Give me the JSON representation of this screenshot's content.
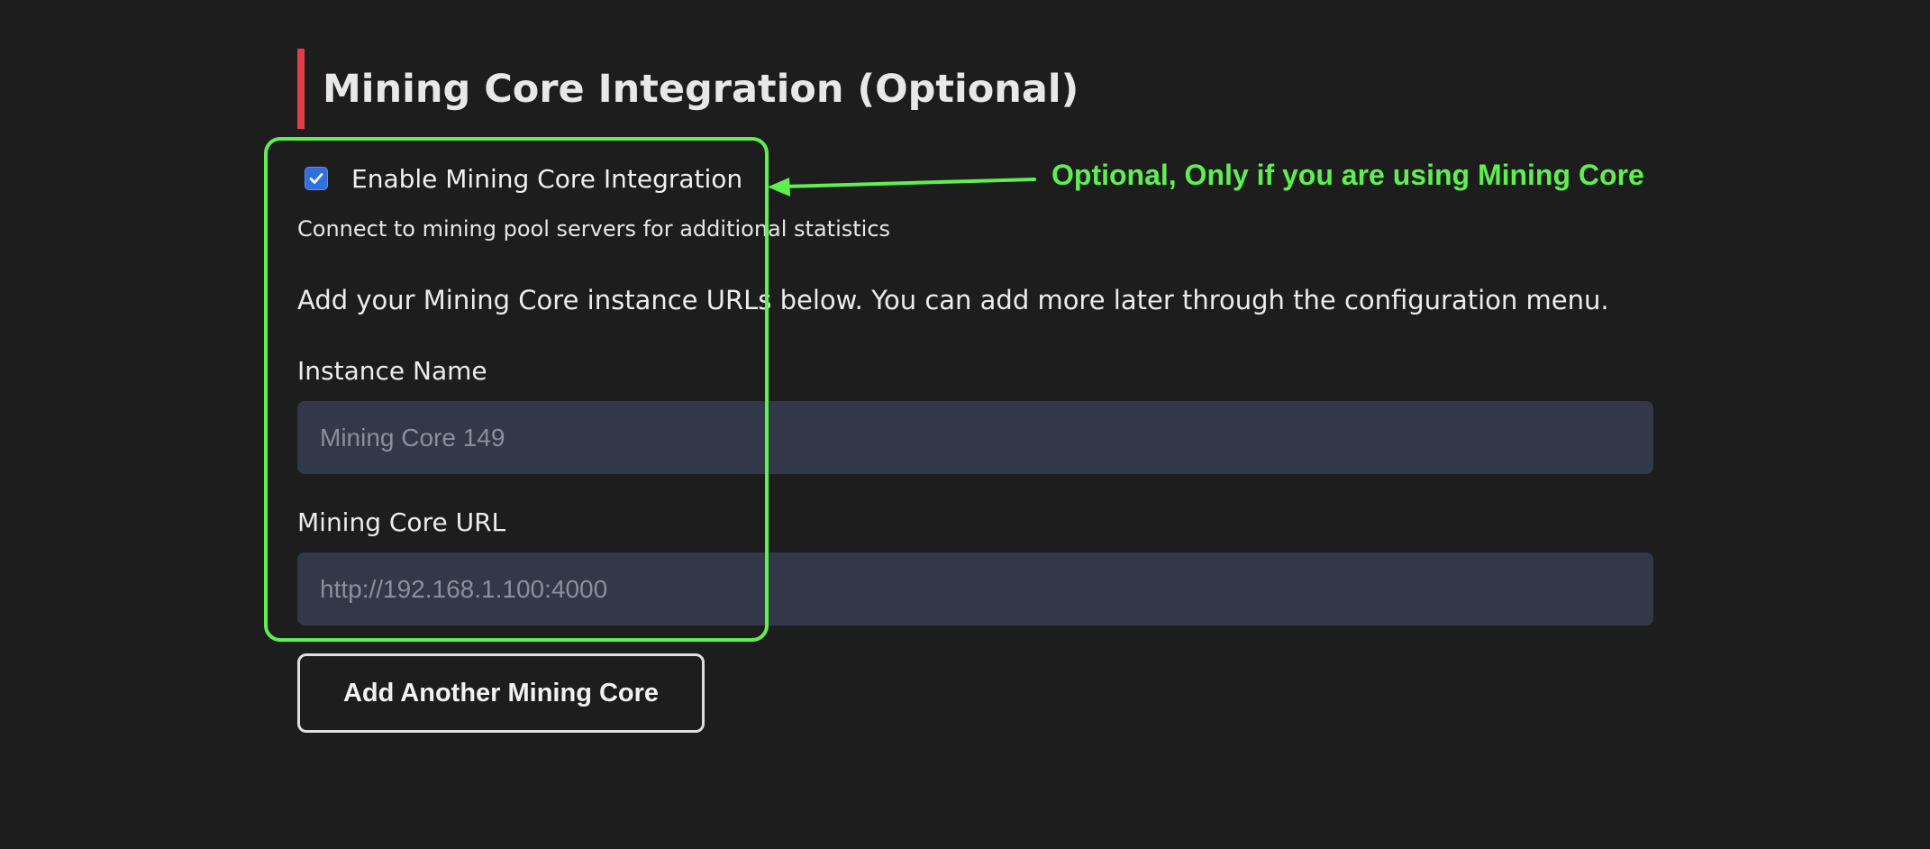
{
  "section": {
    "title": "Mining Core Integration (Optional)"
  },
  "integration": {
    "enable_label": "Enable Mining Core Integration",
    "enabled": true,
    "description": "Connect to mining pool servers for additional statistics",
    "instructions": "Add your Mining Core instance URLs below. You can add more later through the configuration menu."
  },
  "fields": {
    "instance_name": {
      "label": "Instance Name",
      "value": "",
      "placeholder": "Mining Core 149"
    },
    "url": {
      "label": "Mining Core URL",
      "value": "",
      "placeholder": "http://192.168.1.100:4000"
    }
  },
  "actions": {
    "add_label": "Add Another Mining Core"
  },
  "annotation": {
    "text": "Optional, Only if you are using Mining Core",
    "color": "#5ef04e"
  },
  "colors": {
    "background": "#1d1d1d",
    "accent_bar": "#e23b4a",
    "input_bg": "#323848",
    "checkbox": "#2f6fe0"
  }
}
